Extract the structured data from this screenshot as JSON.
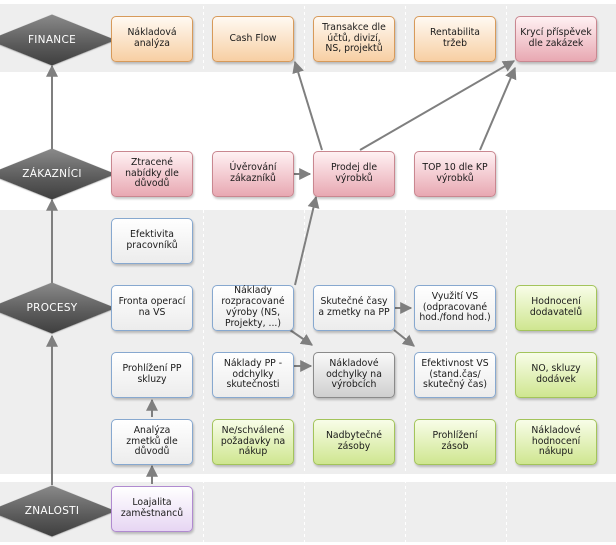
{
  "levels": {
    "finance": "FINANCE",
    "zakaznici": "ZÁKAZNÍCI",
    "procesy": "PROCESY",
    "znalosti": "ZNALOSTI"
  },
  "boxes": {
    "nakladova_analyza": "Nákladová analýza",
    "cash_flow": "Cash Flow",
    "transakce": "Transakce dle účtů, divizí, NS, projektů",
    "rentabilita": "Rentabilita tržeb",
    "kryci_prispevek": "Krycí příspěvek dle zakázek",
    "ztracene_nabidky": "Ztracené nabídky dle důvodů",
    "uverovani": "Úvěrování zákazníků",
    "prodej": "Prodej dle výrobků",
    "top10": "TOP 10 dle KP výrobků",
    "efektivita": "Efektivita pracovníků",
    "fronta": "Fronta operací na VS",
    "naklady_rozpracovane": "Náklady rozpracované výroby (NS, Projekty, ...)",
    "skutecne_casy": "Skutečné časy a zmetky na PP",
    "vyuziti_vs": "Využití VS (odpracované hod./fond hod.)",
    "hodnoceni_dodavatelu": "Hodnocení dodavatelů",
    "prohlizeni_pp": "Prohlížení PP skluzy",
    "naklady_pp": "Náklady PP - odchylky skutečnosti",
    "nakladove_odchylky": "Nákladové odchylky na výrobcích",
    "efektivnost_vs": "Efektivnost VS (stand.čas/ skutečný čas)",
    "no_skluzy": "NO, skluzy dodávek",
    "analyza_zmetku": "Analýza zmetků dle důvodů",
    "neschvalene": "Ne/schválené požadavky na nákup",
    "nadbytecne": "Nadbytečné zásoby",
    "prohlizeni_zasob": "Prohlížení zásob",
    "nakladove_hodnoceni": "Nákladové hodnocení nákupu",
    "loajalita": "Loajalita zaměstnanců"
  },
  "colors": {
    "finance": "#f7cfa3",
    "kpi": "#e8a8b2",
    "process": "#cfcfcf",
    "supplier": "#cfe690",
    "people": "#e7d6f3",
    "arrow": "#7f7f7f"
  }
}
